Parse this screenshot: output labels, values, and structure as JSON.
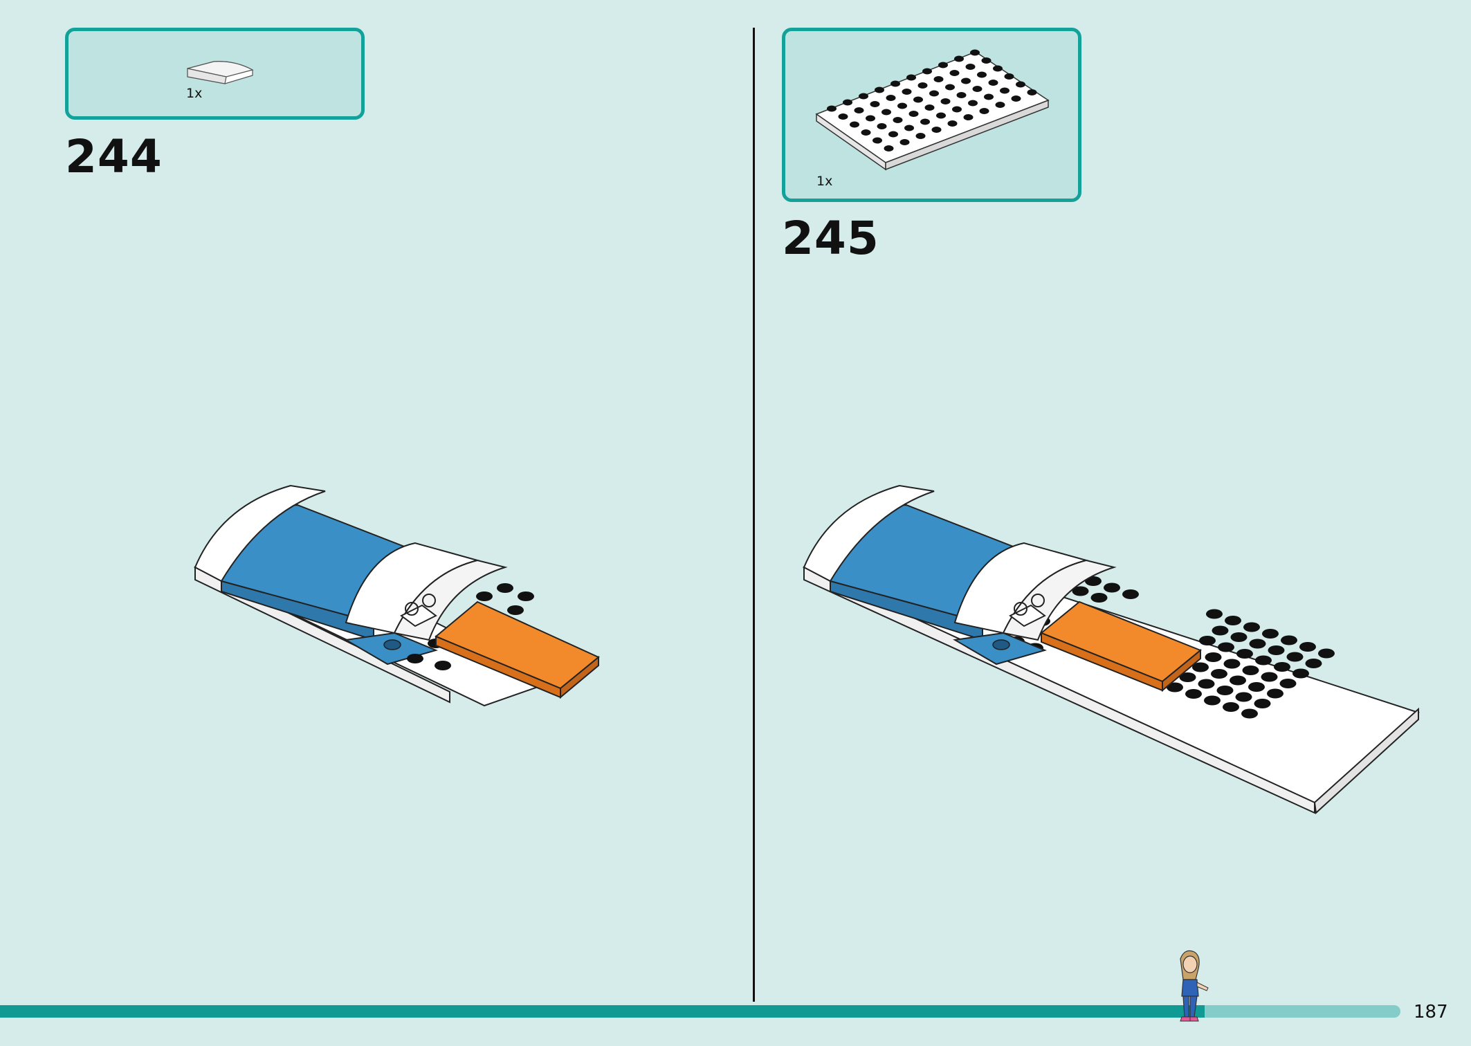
{
  "left_step": {
    "number": "244",
    "parts": [
      {
        "quantity": "1x"
      }
    ]
  },
  "right_step": {
    "number": "245",
    "parts": [
      {
        "quantity": "1x"
      }
    ]
  },
  "footer": {
    "page_number": "187",
    "progress_fraction": 0.86
  },
  "colors": {
    "background": "#d5ecea",
    "box_border": "#14a19a",
    "box_fill": "#bfe3e1",
    "progress_fill": "#109a93",
    "progress_track": "#83ccc9",
    "brick_blue": "#3a8fc6",
    "brick_orange": "#f28a2c",
    "brick_white": "#ffffff"
  }
}
